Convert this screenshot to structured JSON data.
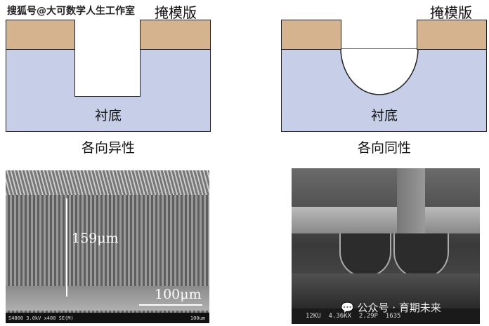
{
  "watermark_top": "搜狐号@大可数学人生工作室",
  "watermark_bottom": "公众号 · 育期未来",
  "left": {
    "mask_label": "掩模版",
    "substrate_label": "衬底",
    "caption": "各向异性",
    "sem": {
      "depth_label": "159μm",
      "scale_label": "100μm",
      "info_bar": "S4800 3.0kV x400 SE(M)",
      "info_scale": "100um"
    }
  },
  "right": {
    "mask_label": "掩模版",
    "substrate_label": "衬底",
    "caption": "各向同性",
    "sem": {
      "info_bar": "12KU  4.36KX  2.29P  1635"
    }
  },
  "colors": {
    "mask": "#d6b38f",
    "substrate": "#c6cfe7"
  }
}
